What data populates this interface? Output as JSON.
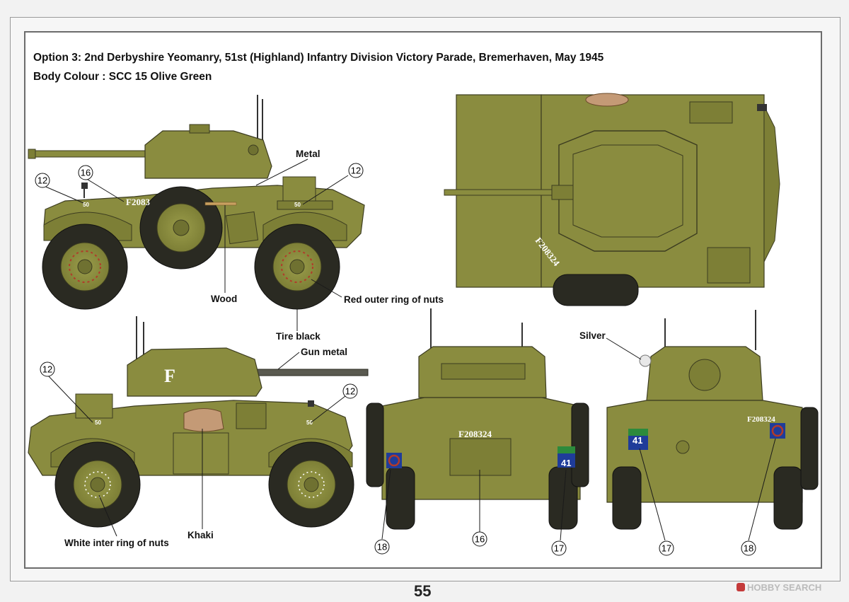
{
  "heading": {
    "option_title": "Option 3: 2nd Derbyshire Yeomanry, 51st (Highland) Infantry Division Victory Parade, Bremerhaven, May 1945",
    "body_colour": "Body Colour : SCC 15 Olive Green"
  },
  "colors": {
    "olive_green": "#8a8c3f",
    "olive_dark": "#6f7131",
    "tire_black": "#2a2a22",
    "khaki": "#c49a76",
    "gun_metal": "#5a5a50",
    "red_ring": "#b23a2a",
    "blue_sign": "#1f3c9a",
    "green_sign": "#2c8a3c"
  },
  "callouts": {
    "metal": "Metal",
    "wood": "Wood",
    "red_outer_ring": "Red outer ring of nuts",
    "tire_black": "Tire black",
    "gun_metal": "Gun metal",
    "khaki": "Khaki",
    "white_inner_ring": "White inter ring of nuts",
    "silver": "Silver"
  },
  "decals": {
    "n12": "12",
    "n16": "16",
    "n17": "17",
    "n18": "18"
  },
  "markings": {
    "registration": "F208324",
    "registration_partial": "F2083",
    "bridge_class": "50",
    "unit_code": "41",
    "turret_letter": "F"
  },
  "footer": {
    "page_number": "55",
    "watermark": "HOBBY SEARCH"
  }
}
